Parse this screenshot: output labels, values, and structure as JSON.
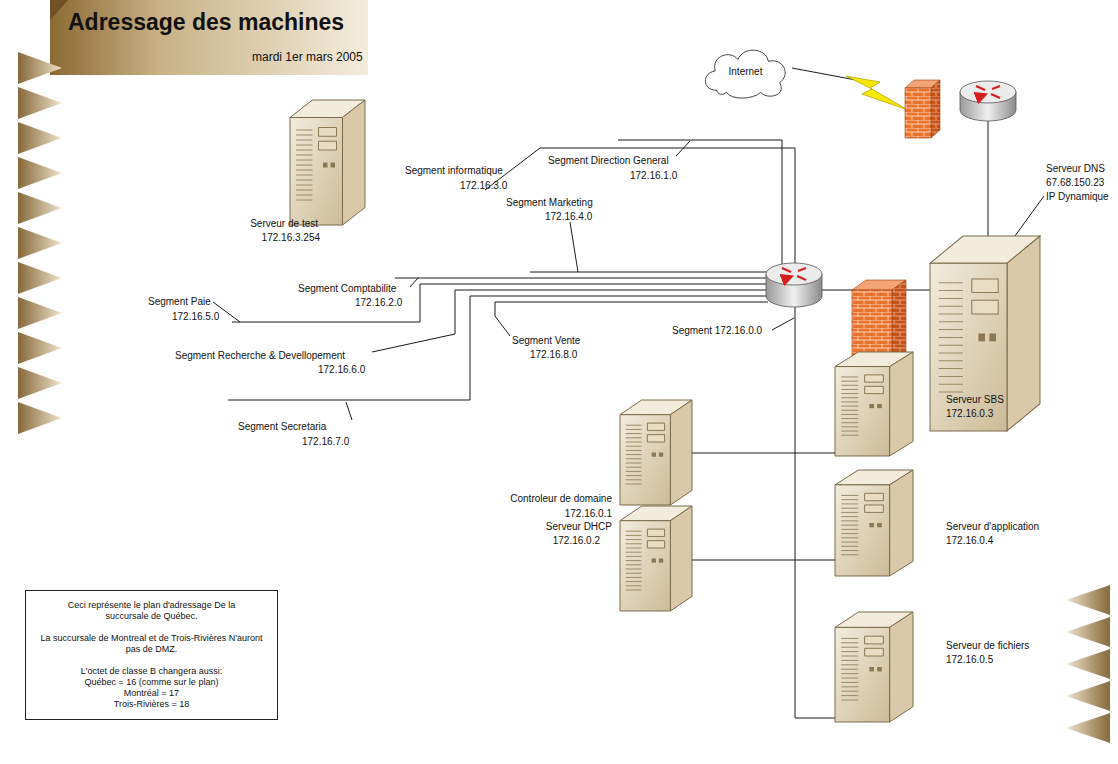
{
  "diagram": {
    "title": "Adressage des machines",
    "nodes": [
      {
        "text": [
          "Internet"
        ]
      },
      {
        "text": [
          "Serveur de test",
          "172.16.3.254"
        ]
      },
      {
        "text": [
          "Serveur DNS",
          "67.68.150.23",
          "IP Dynamique"
        ]
      },
      {
        "text": [
          "Serveur SBS",
          "172.16.0.3"
        ]
      },
      {
        "text": [
          "Controleur de domaine",
          "172.16.0.1"
        ]
      },
      {
        "text": [
          "Serveur d'application",
          "172.16.0.4"
        ]
      },
      {
        "text": [
          "Serveur DHCP",
          "172.16.0.2"
        ]
      },
      {
        "text": [
          "Serveur de fichiers",
          "172.16.0.5"
        ]
      },
      {
        "text": [
          "Ceci représente le plan d'adressage De la succursale de Québec.",
          "La succursale de Montreal et de Trois-Rivières N'auront pas de DMZ.",
          "L'octet de classe B changera aussi:",
          "Québec = 16 (comme sur le plan)",
          "Montréal = 17",
          "Trois-Rivières = 18"
        ]
      }
    ],
    "edges": [
      {
        "from": 4,
        "to": 3,
        "arrow": "none"
      },
      {
        "from": 6,
        "to": 5,
        "arrow": "none"
      }
    ],
    "labels": [
      "mardi 1er mars 2005",
      "Segment informatique",
      "172.16.3.0",
      "Segment Direction General",
      "172.16.1.0",
      "Segment Marketing",
      "172.16.4.0",
      "Segment Comptabilite",
      "172.16.2.0",
      "Segment Paie",
      "172.16.5.0",
      "Segment Recherche & Devellopement",
      "172.16.6.0",
      "Segment Vente",
      "172.16.8.0",
      "Segment 172.16.0.0",
      "Segment Secretaria",
      "172.16.7.0"
    ]
  }
}
